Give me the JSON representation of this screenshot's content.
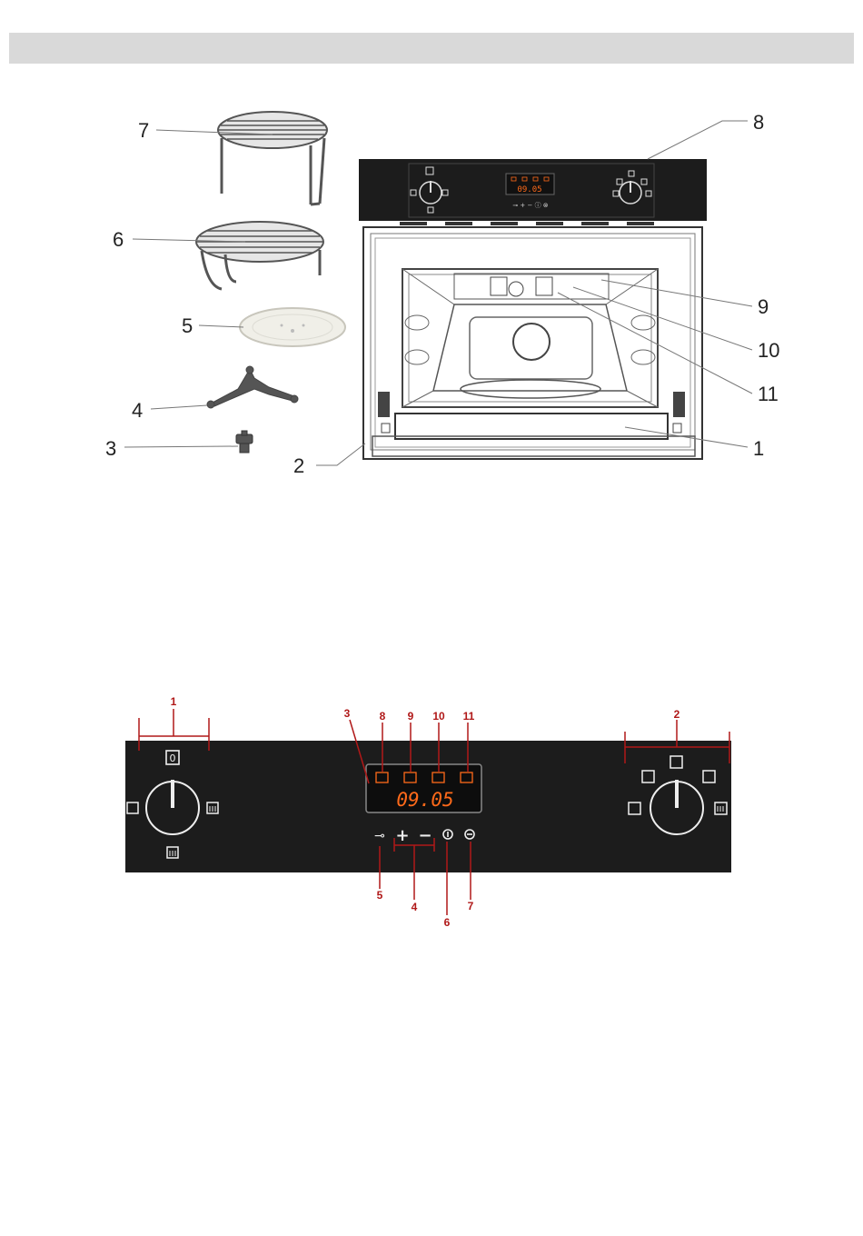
{
  "header": {
    "title": ""
  },
  "overview": {
    "callouts": [
      "1",
      "2",
      "3",
      "4",
      "5",
      "6",
      "7",
      "8",
      "9",
      "10",
      "11"
    ],
    "panel_display": "09.05"
  },
  "control_panel": {
    "display_time": "09.05",
    "callouts": [
      "1",
      "2",
      "3",
      "4",
      "5",
      "6",
      "7",
      "8",
      "9",
      "10",
      "11"
    ],
    "buttons": [
      "+",
      "−"
    ],
    "colors": {
      "panel": "#1c1c1c",
      "display": "#ff6a1a",
      "callout": "#b01818"
    }
  }
}
